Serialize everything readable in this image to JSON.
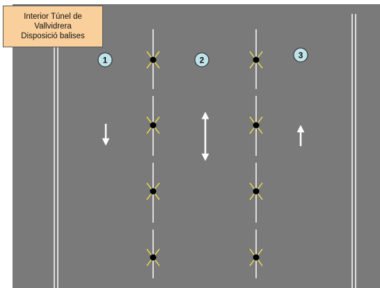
{
  "title": {
    "line1": "Interior Túnel de",
    "line2": "Vallvidrera",
    "line3": "Disposició balises"
  },
  "lanes": [
    {
      "label": "1",
      "direction": "down"
    },
    {
      "label": "2",
      "direction": "both"
    },
    {
      "label": "3",
      "direction": "up"
    }
  ],
  "beacon_rows": 4,
  "beacon_columns": 2,
  "colors": {
    "road": "#7a7a7a",
    "markings": "#ffffff",
    "beacon_dot": "#000000",
    "beacon_rays": "#f2e24a",
    "lane_badge": "#bfe3ea",
    "title_box": "#f9cf9c"
  }
}
